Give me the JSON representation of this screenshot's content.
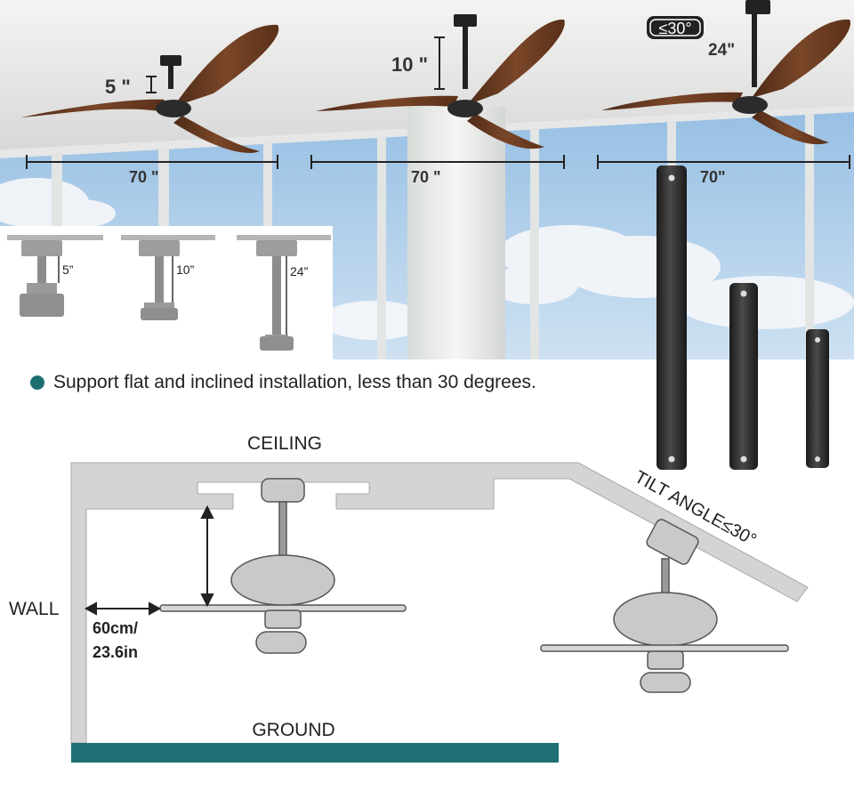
{
  "fans": [
    {
      "rod": "5 \"",
      "span": "70 \""
    },
    {
      "rod": "10 \"",
      "span": "70 \""
    },
    {
      "rod": "24\"",
      "span": "70\"",
      "badge": "≤30°"
    }
  ],
  "inset_labels": [
    "5”",
    "10”",
    "24”"
  ],
  "bullet": "Support flat and inclined installation, less than 30 degrees.",
  "diagram": {
    "ceiling": "CEILING",
    "wall": "WALL",
    "ground": "GROUND",
    "tilt": "TILT ANGLE≤30°",
    "clearance_line1": "60cm/",
    "clearance_line2": "23.6in"
  },
  "colors": {
    "accent": "#1d6f73",
    "blade": "#6b3d22",
    "rod": "#2a2a2a",
    "sky": "#8fb7dc"
  }
}
